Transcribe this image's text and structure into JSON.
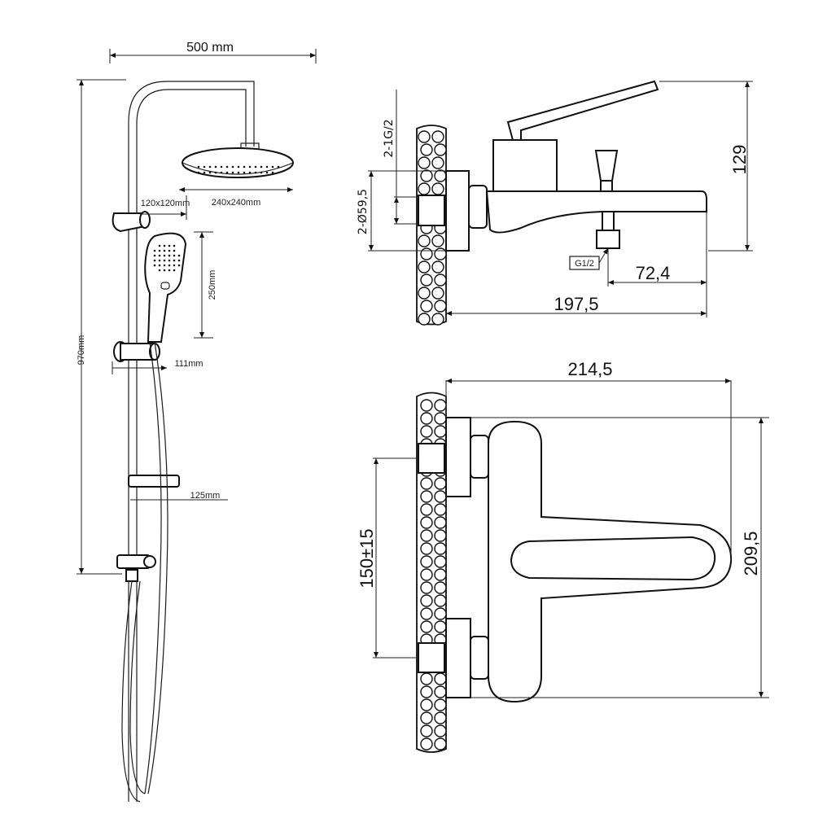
{
  "shower_system": {
    "width_label": "500 mm",
    "height_label": "970mm",
    "arm_label": "120x120mm",
    "head_label": "240x240mm",
    "handshower_label": "250mm",
    "slider_label": "111mm",
    "soapdish_label": "125mm"
  },
  "mixer_side": {
    "thread_label": "2-1G/2",
    "escutcheon_label": "2-Ø59,5",
    "height_label": "129",
    "outlet_thread_label": "G1/2",
    "outlet_offset_label": "72,4",
    "projection_label": "197,5"
  },
  "mixer_top": {
    "width_label": "214,5",
    "centers_label": "150±15",
    "depth_label": "209,5"
  }
}
